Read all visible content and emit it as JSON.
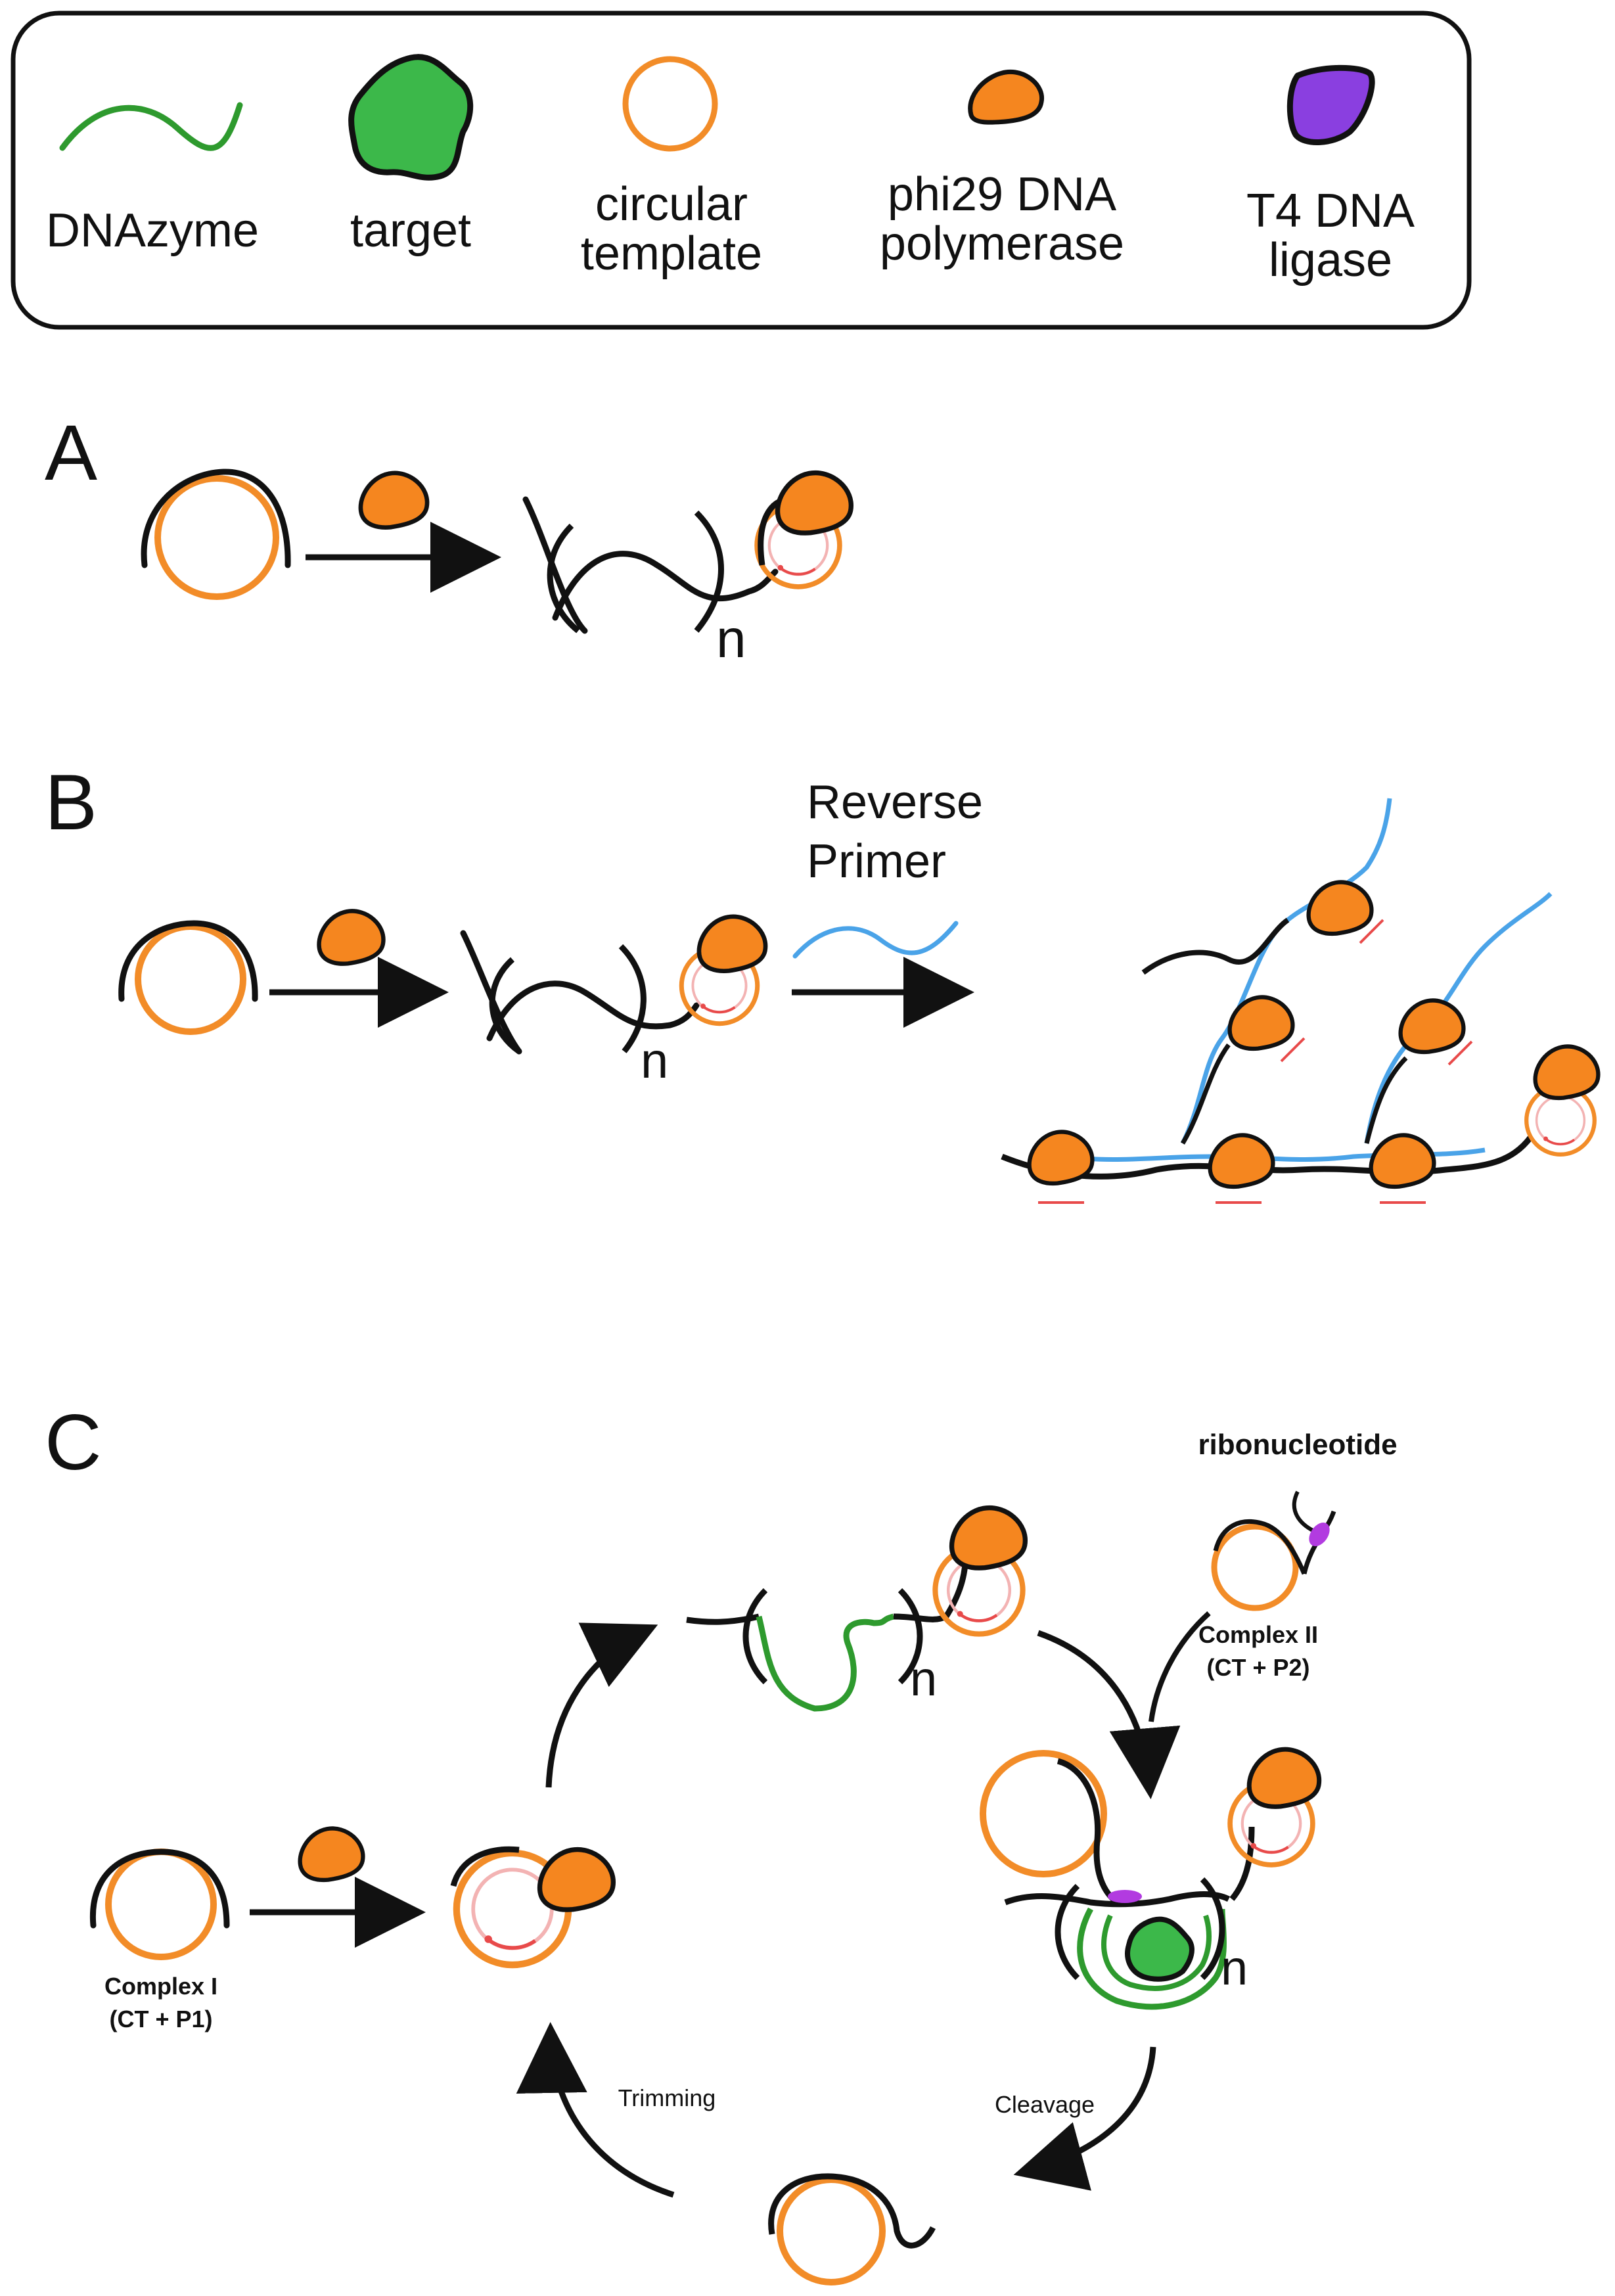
{
  "legend": {
    "items": [
      {
        "lines": [
          "DNAzyme"
        ],
        "icon": "wavy-strand-icon"
      },
      {
        "lines": [
          "target"
        ],
        "icon": "star-blob-icon"
      },
      {
        "lines": [
          "circular",
          "template"
        ],
        "icon": "ring-icon"
      },
      {
        "lines": [
          "phi29 DNA",
          "polymerase"
        ],
        "icon": "polymerase-icon"
      },
      {
        "lines": [
          "T4 DNA",
          "ligase"
        ],
        "icon": "ligase-icon"
      }
    ]
  },
  "panels": {
    "a": {
      "label": "A",
      "repeat": "n"
    },
    "b": {
      "label": "B",
      "repeat": "n",
      "reagent": [
        "Reverse",
        "Primer"
      ]
    },
    "c": {
      "label": "C",
      "repeat_top": "n",
      "repeat_right": "n",
      "ribonucleotide": "ribonucleotide",
      "complex1": [
        "Complex I",
        "(CT + P1)"
      ],
      "complex2": [
        "Complex II",
        "(CT + P2)"
      ],
      "trimming": "Trimming",
      "cleavage": "Cleavage"
    }
  },
  "colors": {
    "strand": "#111111",
    "template": "#f28c28",
    "polymerase": "#f5861f",
    "dnazyme": "#2e9a2e",
    "target": "#3cb84a",
    "ligase": "#8a3fe0",
    "primer": "#4aa3e8",
    "product": "#e84a4a"
  }
}
